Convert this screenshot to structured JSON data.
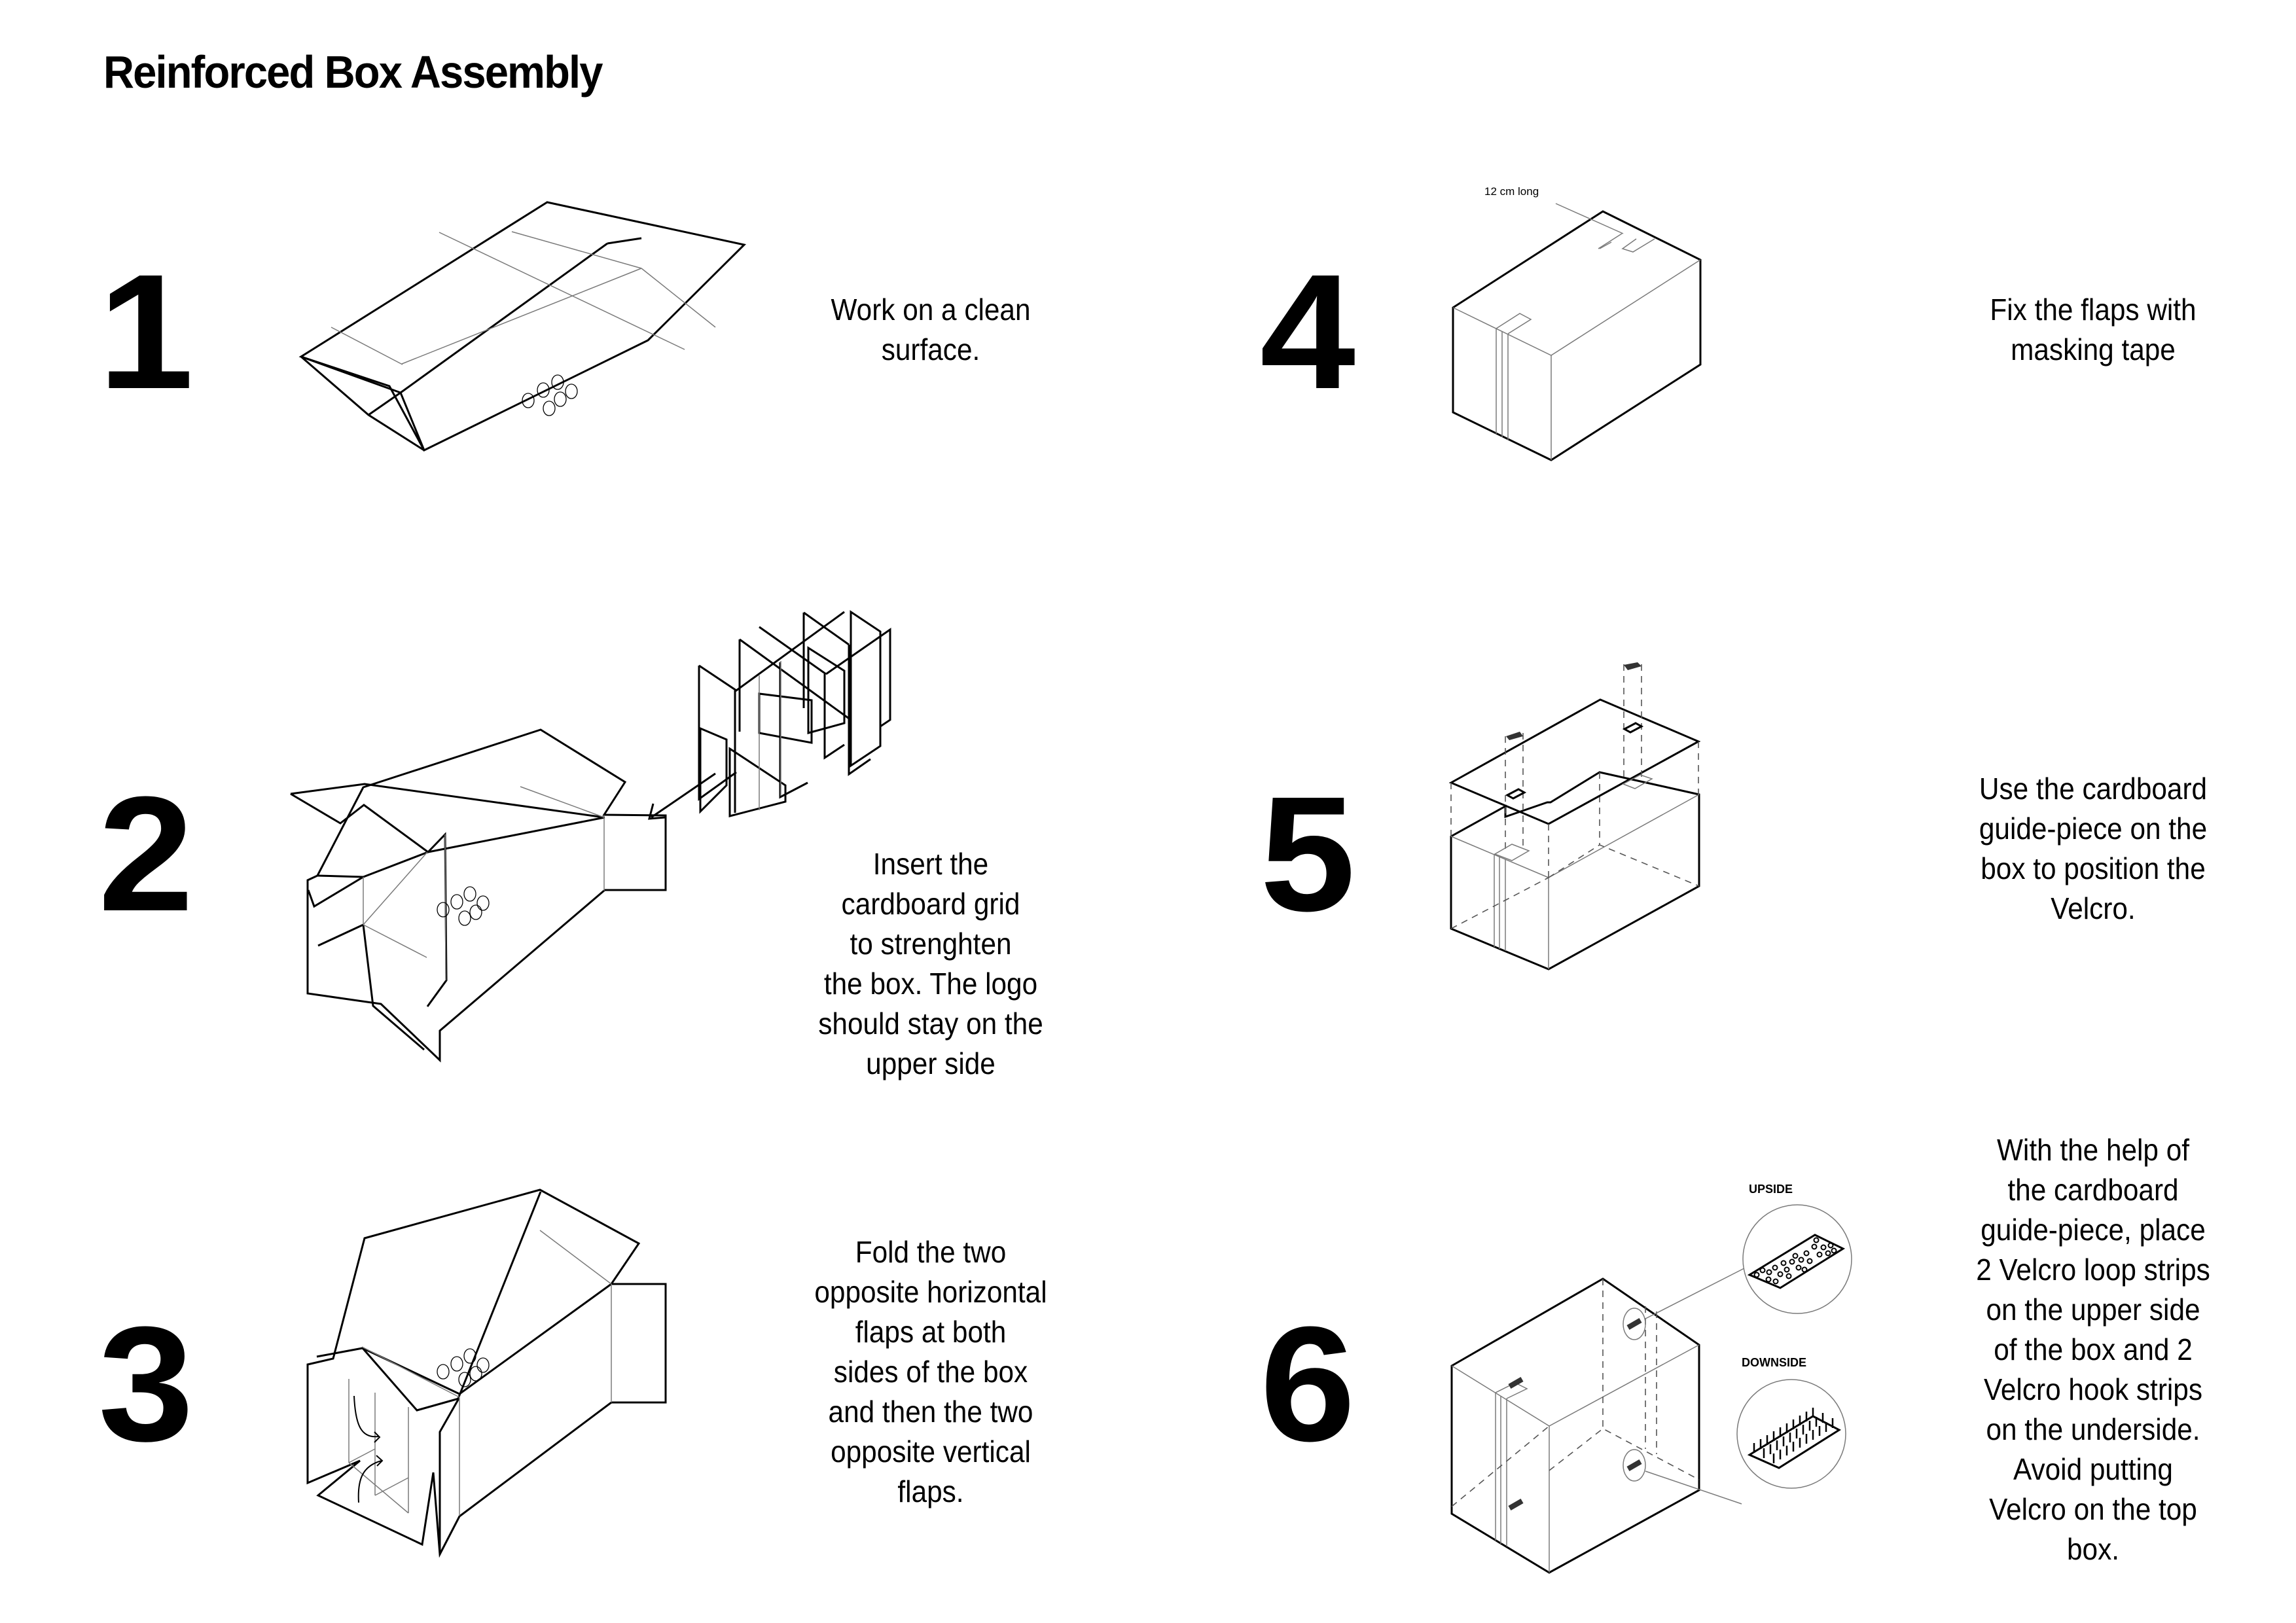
{
  "document": {
    "title": "Reinforced Box Assembly"
  },
  "steps": [
    {
      "number": "1",
      "text": "Work on a clean\nsurface."
    },
    {
      "number": "2",
      "text": "Insert the\ncardboard grid\nto strenghten\nthe box. The logo\nshould stay on the\nupper side"
    },
    {
      "number": "3",
      "text": "Fold the two\nopposite horizontal\nflaps at both\nsides of the box\nand then the two\nopposite vertical\nflaps."
    },
    {
      "number": "4",
      "text": "Fix the flaps with\nmasking tape"
    },
    {
      "number": "5",
      "text": "Use the cardboard\nguide-piece on the\nbox to position the\nVelcro."
    },
    {
      "number": "6",
      "text": "With the help of\nthe cardboard\nguide-piece, place\n2 Velcro loop strips\non the upper side\nof the box and 2\nVelcro hook strips\non the underside.\nAvoid putting\nVelcro on the top\nbox."
    }
  ],
  "annotations": {
    "tape_length": "12 cm long",
    "upside": "UPSIDE",
    "downside": "DOWNSIDE"
  },
  "colors": {
    "ink": "#000000",
    "fold_line": "#7a7a7a",
    "background": "#ffffff"
  }
}
